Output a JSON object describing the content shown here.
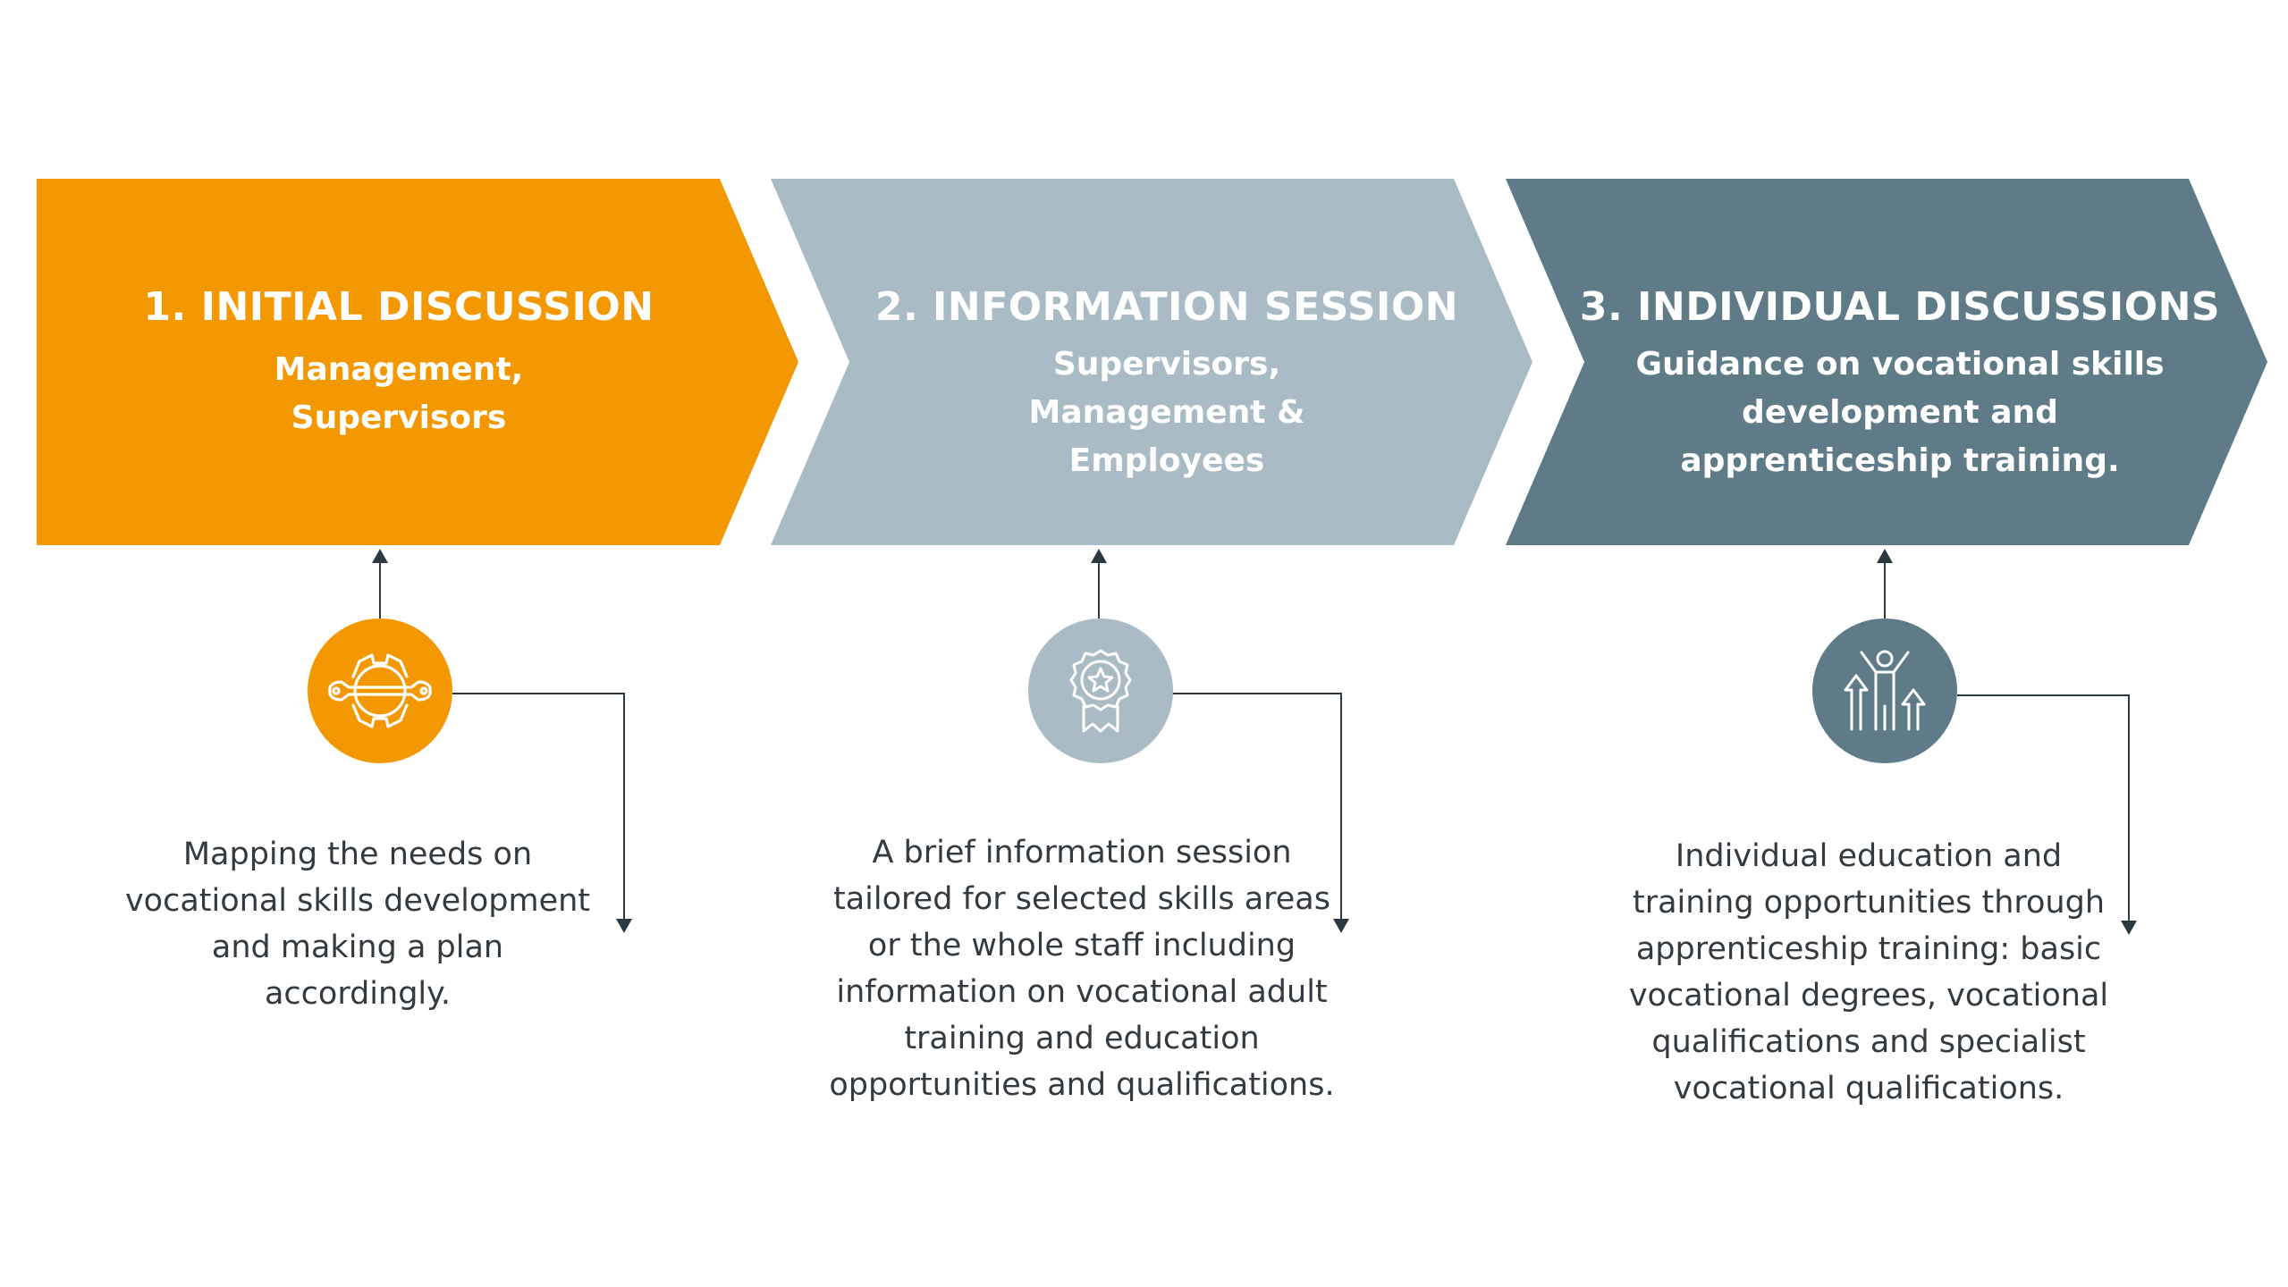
{
  "colors": {
    "step1": "#f39800",
    "step2": "#a9bcc6",
    "step3": "#5f7b88",
    "connector": "#2b3a42",
    "text": "#333a40"
  },
  "steps": [
    {
      "title": "1. INITIAL DISCUSSION",
      "audience_lines": [
        "Management,",
        "Supervisors"
      ],
      "icon": "wrench-gear-icon",
      "description_lines": [
        "Mapping the needs on",
        "vocational skills development",
        "and making a plan",
        "accordingly."
      ]
    },
    {
      "title": "2. INFORMATION SESSION",
      "audience_lines": [
        "Supervisors,",
        "Management &",
        "Employees"
      ],
      "icon": "award-ribbon-icon",
      "description_lines": [
        "A brief information session",
        "tailored for selected skills areas",
        "or the whole staff including",
        "information on vocational adult",
        "training and education",
        "opportunities and qualifications."
      ]
    },
    {
      "title": "3. INDIVIDUAL DISCUSSIONS",
      "audience_lines": [
        "Guidance on vocational skills",
        "development  and",
        "apprenticeship training."
      ],
      "icon": "person-growth-arrows-icon",
      "description_lines": [
        "Individual education and",
        "training opportunities through",
        "apprenticeship training: basic",
        "vocational degrees, vocational",
        "qualifications and specialist",
        "vocational qualifications."
      ]
    }
  ]
}
